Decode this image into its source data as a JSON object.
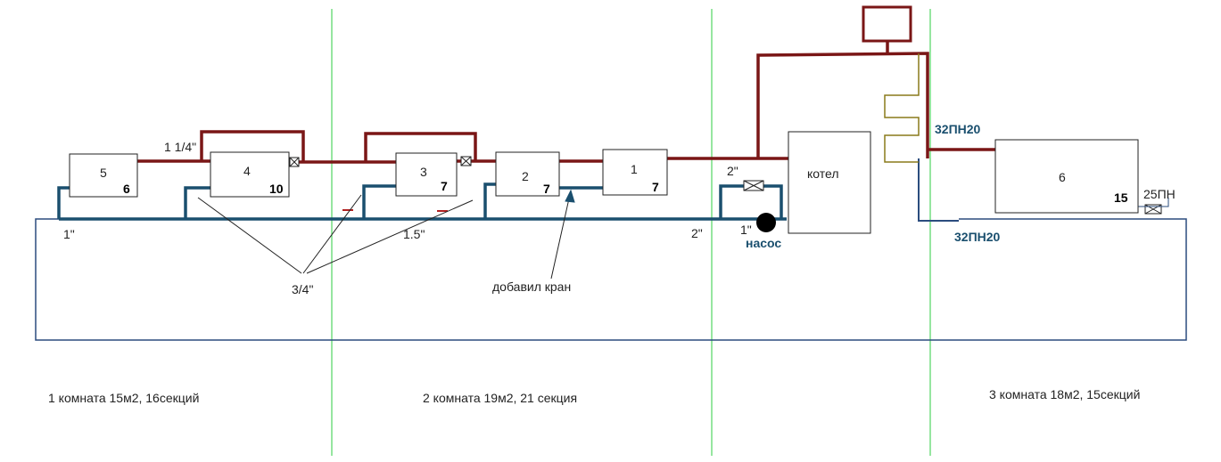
{
  "colors": {
    "supply": "#7a1616",
    "return": "#1a4f6e",
    "loop": "#2b4c7e",
    "divider": "#2ecc40",
    "coil": "#8a7a1a",
    "label_blue": "#1a4f6e"
  },
  "radiators": [
    {
      "id": "5",
      "sections": "6"
    },
    {
      "id": "4",
      "sections": "10"
    },
    {
      "id": "3",
      "sections": "7"
    },
    {
      "id": "2",
      "sections": "7"
    },
    {
      "id": "1",
      "sections": "7"
    },
    {
      "id": "6",
      "sections": "15"
    }
  ],
  "boiler_label": "котел",
  "pump_label": "насос",
  "pipe_labels": {
    "supply_main": "1 1/4\"",
    "return_left": "1\"",
    "branches": "3/4\"",
    "return_mid": "1.5\"",
    "bypass_top": "2\"",
    "bypass_side": "2\"",
    "pump_pipe": "1\"",
    "right_supply": "32ПН20",
    "right_return": "32ПН20",
    "right_small": "25ПН"
  },
  "note_valve": "добавил кран",
  "rooms": [
    "1 комната 15м2, 16секций",
    "2 комната 19м2, 21 секция",
    "3 комната 18м2, 15секций"
  ]
}
